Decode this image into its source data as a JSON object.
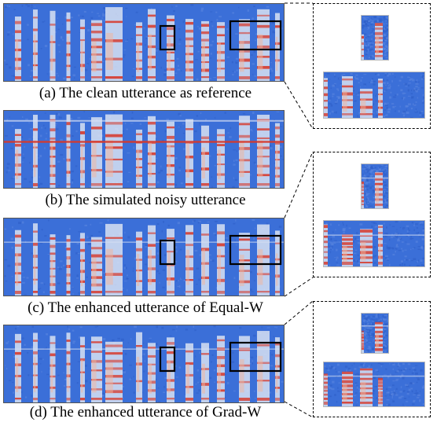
{
  "figure": {
    "panels": [
      {
        "id": "a",
        "caption": "(a) The clean utterance as reference",
        "variant": "clean",
        "highlight": true
      },
      {
        "id": "b",
        "caption": "(b) The simulated noisy utterance",
        "variant": "noisy",
        "highlight": false
      },
      {
        "id": "c",
        "caption": "(c) The enhanced utterance of Equal-W",
        "variant": "equal",
        "highlight": true
      },
      {
        "id": "d",
        "caption": "(d) The enhanced utterance of Grad-W",
        "variant": "grad",
        "highlight": true
      }
    ],
    "colors": {
      "low": "#3b6fd8",
      "mid": "#eef0f5",
      "high": "#d6382b",
      "frame": "#000000"
    }
  }
}
